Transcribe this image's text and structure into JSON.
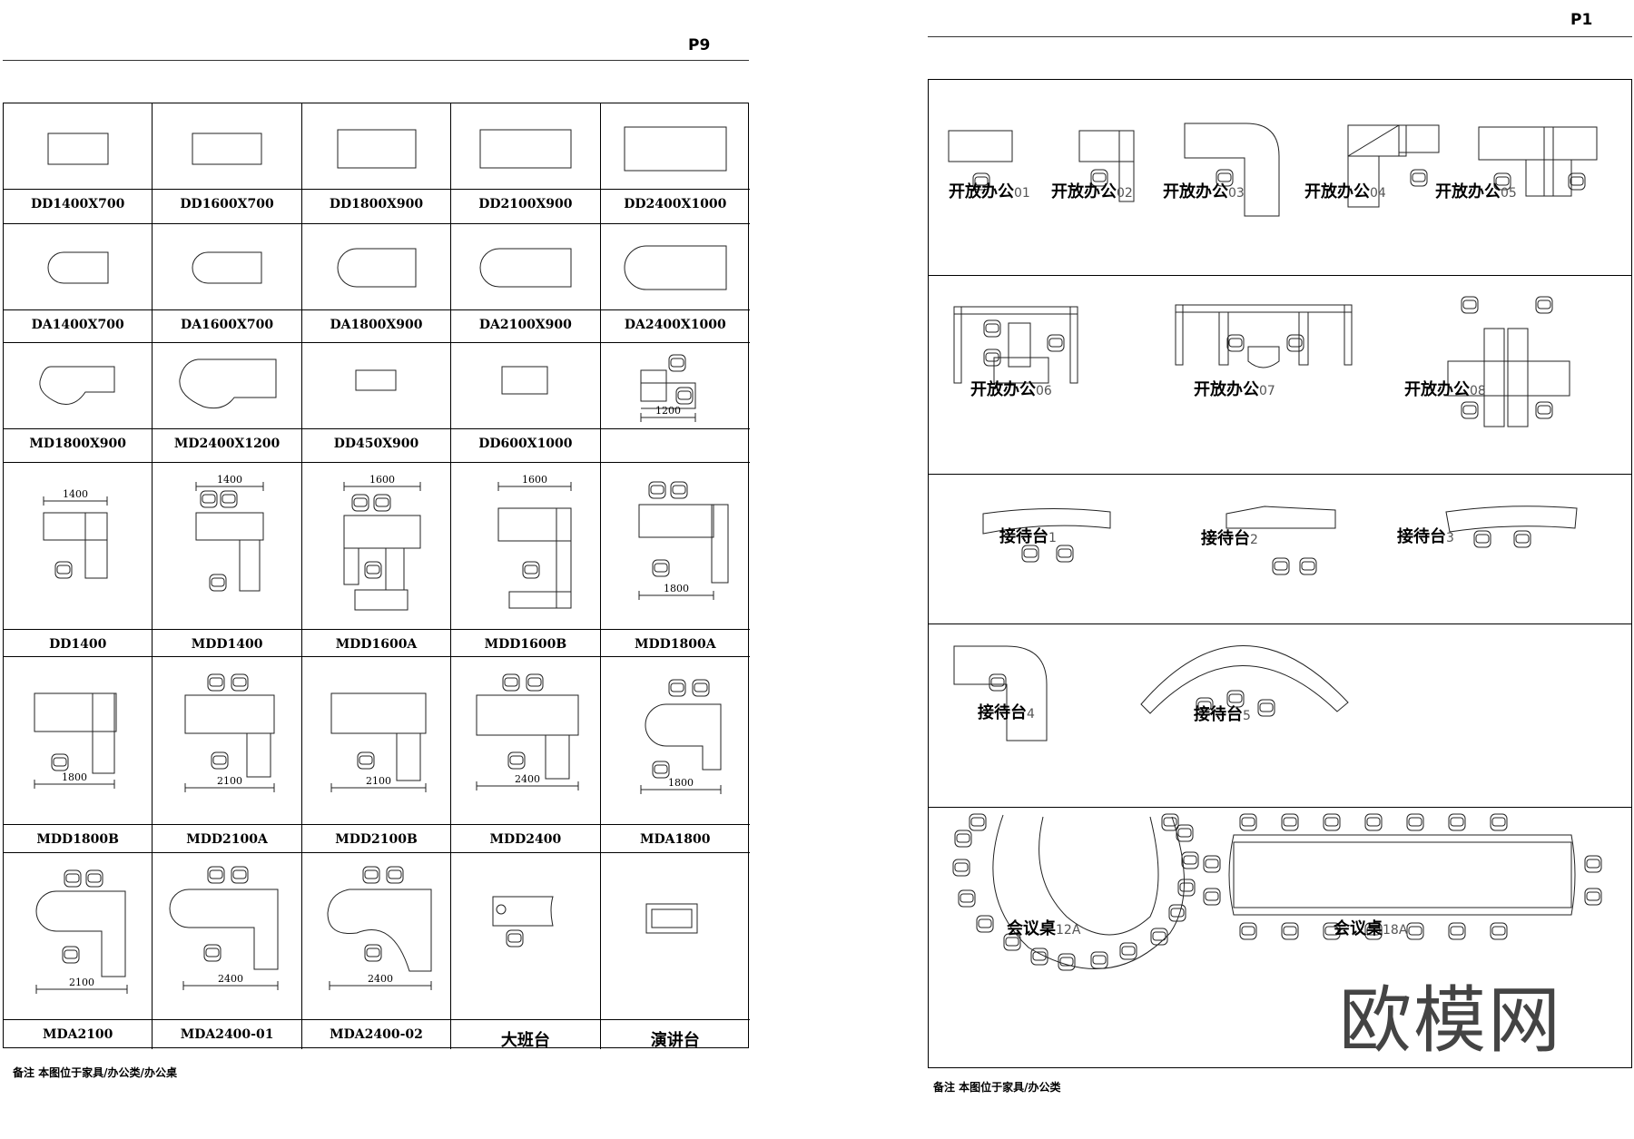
{
  "left_page": {
    "page_number": "P9",
    "note": "备注 本图位于家具/办公类/办公桌",
    "cells": [
      [
        "DD1400X700",
        "DD1600X700",
        "DD1800X900",
        "DD2100X900",
        "DD2400X1000"
      ],
      [
        "DA1400X700",
        "DA1600X700",
        "DA1800X900",
        "DA2100X900",
        "DA2400X1000"
      ],
      [
        "MD1800X900",
        "MD2400X1200",
        "DD450X900",
        "DD600X1000",
        ""
      ],
      [
        "DD1400",
        "MDD1400",
        "MDD1600A",
        "MDD1600B",
        "MDD1800A"
      ],
      [
        "MDD1800B",
        "MDD2100A",
        "MDD2100B",
        "MDD2400",
        "MDA1800"
      ],
      [
        "MDA2100",
        "MDA2400-01",
        "MDA2400-02",
        "大班台",
        "演讲台"
      ]
    ],
    "dims": {
      "r2c4": "1200",
      "r3c0": "1400",
      "r3c1": "1400",
      "r3c2": "1600",
      "r3c3": "1600",
      "r3c4": "1800",
      "r4c0": "1800",
      "r4c1": "2100",
      "r4c2": "2100",
      "r4c3": "2400",
      "r4c4": "1800",
      "r5c0": "2100",
      "r5c1": "2400",
      "r5c2": "2400"
    }
  },
  "right_page": {
    "page_number": "P1",
    "note": "备注 本图位于家具/办公类",
    "labels": [
      {
        "main": "开放办公",
        "suffix": "01"
      },
      {
        "main": "开放办公",
        "suffix": "02"
      },
      {
        "main": "开放办公",
        "suffix": "03"
      },
      {
        "main": "开放办公",
        "suffix": "04"
      },
      {
        "main": "开放办公",
        "suffix": "05"
      },
      {
        "main": "开放办公",
        "suffix": "06"
      },
      {
        "main": "开放办公",
        "suffix": "07"
      },
      {
        "main": "开放办公",
        "suffix": "08"
      },
      {
        "main": "接待台",
        "suffix": "1"
      },
      {
        "main": "接待台",
        "suffix": "2"
      },
      {
        "main": "接待台",
        "suffix": "3"
      },
      {
        "main": "接待台",
        "suffix": "4"
      },
      {
        "main": "接待台",
        "suffix": "5"
      },
      {
        "main": "会议桌",
        "suffix": "12A"
      },
      {
        "main": "会议桌",
        "suffix": "18A"
      }
    ]
  },
  "watermark": "欧模网"
}
